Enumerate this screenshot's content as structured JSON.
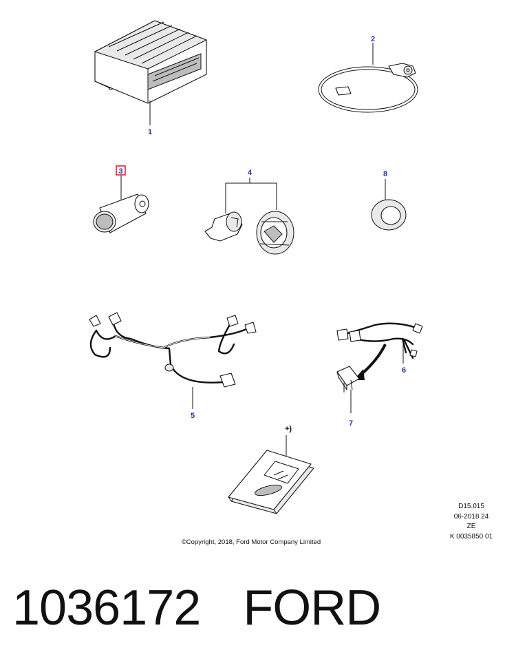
{
  "diagram": {
    "callouts": {
      "c1": "1",
      "c2": "2",
      "c3": "3",
      "c4": "4",
      "c5": "5",
      "c6": "6",
      "c7": "7",
      "c8": "8",
      "plus": "+)"
    },
    "highlight_color": "#e0001b",
    "callout_color": "#1f2fa8"
  },
  "code_block": {
    "line1": "D15.015",
    "line2": "06-2018 24",
    "line3": "ZE",
    "line4": "K 0035850 01"
  },
  "copyright": "©Copyright, 2018, Ford Motor Company Limited",
  "footer": {
    "part_number": "1036172",
    "brand": "FORD"
  }
}
